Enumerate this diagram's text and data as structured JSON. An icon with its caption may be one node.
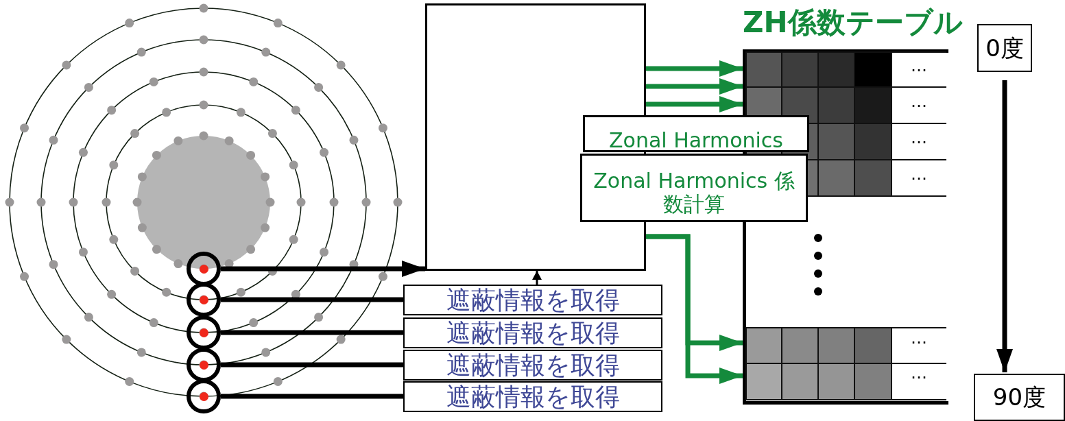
{
  "diagram": {
    "nodes": [
      {
        "text": [
          "ZH係数テーブル"
        ]
      },
      {
        "text": [
          "0度"
        ]
      },
      {
        "text": [],
        "shape": "box"
      },
      {
        "text": [
          "Zonal Harmonics"
        ]
      },
      {
        "text": [
          "Zonal Harmonics 係数計算"
        ]
      },
      {
        "text": [],
        "shape": "circle"
      },
      {
        "text": [],
        "shape": "circle"
      },
      {
        "text": [],
        "shape": "circle"
      },
      {
        "text": [],
        "shape": "circle"
      },
      {
        "text": [],
        "shape": "circle"
      },
      {
        "text": [
          "遮蔽情報を取得"
        ]
      },
      {
        "text": [
          "遮蔽情報を取得"
        ]
      },
      {
        "text": [
          "遮蔽情報を取得"
        ]
      },
      {
        "text": [
          "遮蔽情報を取得"
        ]
      },
      {
        "text": [
          "90度"
        ]
      }
    ],
    "edges": [
      {
        "from": 1,
        "to": 14,
        "arrow": "to",
        "color": "#000000"
      },
      {
        "from": 2,
        "to": 0,
        "arrow": "to",
        "color": "#148a3c"
      },
      {
        "from": 2,
        "to": 0,
        "arrow": "to",
        "color": "#148a3c"
      },
      {
        "from": 2,
        "to": 0,
        "arrow": "to",
        "color": "#148a3c"
      },
      {
        "from": 2,
        "to": 0,
        "arrow": "to",
        "color": "#148a3c"
      },
      {
        "from": 2,
        "to": 0,
        "arrow": "to",
        "color": "#148a3c"
      },
      {
        "from": 5,
        "to": 2,
        "arrow": "to",
        "color": "#000000"
      },
      {
        "from": 6,
        "to": 10,
        "arrow": "none",
        "color": "#000000"
      },
      {
        "from": 7,
        "to": 11,
        "arrow": "none",
        "color": "#000000"
      },
      {
        "from": 8,
        "to": 12,
        "arrow": "none",
        "color": "#000000"
      },
      {
        "from": 9,
        "to": 13,
        "arrow": "none",
        "color": "#000000"
      },
      {
        "from": 10,
        "to": 2,
        "arrow": "to",
        "color": "#000000"
      }
    ],
    "labels": [
      "…",
      "…",
      "…",
      "…",
      "…",
      "…"
    ]
  }
}
